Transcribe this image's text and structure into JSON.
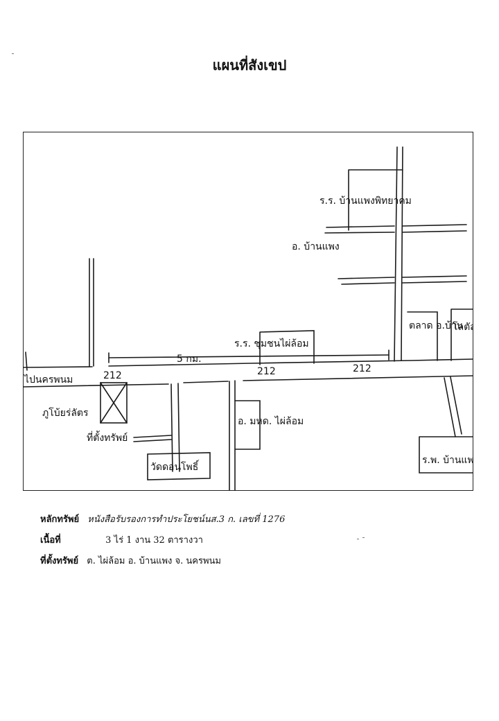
{
  "document": {
    "title": "แผนที่สังเขป"
  },
  "map_labels": {
    "school_top": "ร.ร. บ้านแพงพิทยาคม",
    "subdistrict_banphaeng": "อ. บ้านแพง",
    "school_mid": "ร.ร. ชุมชนไผ่ล้อม",
    "distance": "5 กม.",
    "road_212_left": "212",
    "road_212_mid": "212",
    "road_212_right": "212",
    "village_left": "ไปนครพนม",
    "branch_left": "ภูโบ้ยร่ลัตร",
    "site": "ที่ตั้งทรัพย์",
    "office_mid": "อ. มหด. ไผ่ล้อม",
    "temple": "วัดดอนโพธิ์",
    "box_right_a": "ตลาด อ.บ้าน",
    "box_right_b": "โลตัส",
    "hospital": "ร.พ. บ้านแพง"
  },
  "property": {
    "deed_label": "หลักทรัพย์",
    "deed_value": "หนังสือรับรองการทำประโยชน์นส.3 ก. เลขที่ 1276",
    "area_label": "เนื้อที่",
    "area_value": "3 ไร่   1 งาน  32 ตารางวา",
    "location_label": "ที่ตั้งทรัพย์",
    "location_value": "ต. ไผ่ล้อม   อ. บ้านแพง   จ. นครพนม"
  }
}
